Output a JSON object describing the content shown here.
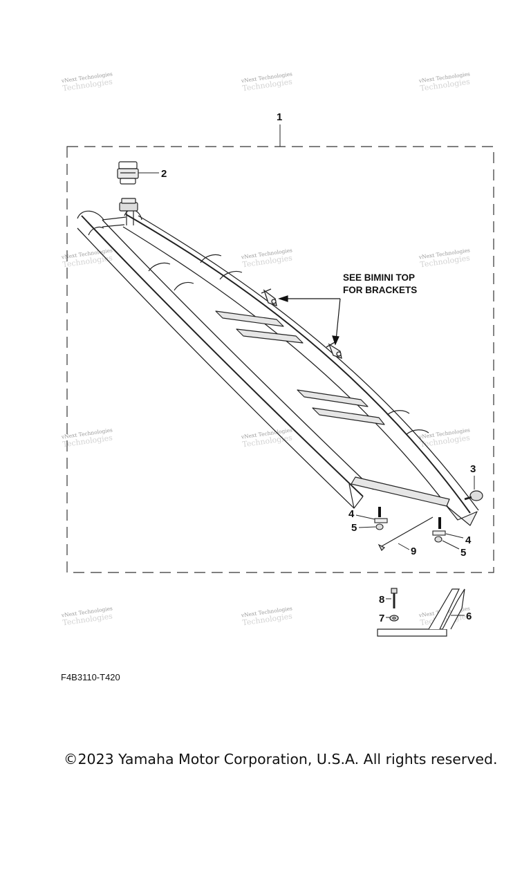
{
  "callouts": {
    "c1": "1",
    "c2": "2",
    "c3": "3",
    "c4a": "4",
    "c4b": "4",
    "c5a": "5",
    "c5b": "5",
    "c6": "6",
    "c7": "7",
    "c8": "8",
    "c9": "9"
  },
  "note": {
    "line1": "SEE BIMINI TOP",
    "line2": "FOR BRACKETS"
  },
  "watermark": {
    "line1": "vNext Technologies",
    "ghost": "Technologies"
  },
  "diagram_code": "F4B3110-T420",
  "copyright": "©2023 Yamaha Motor Corporation, U.S.A. All rights reserved."
}
